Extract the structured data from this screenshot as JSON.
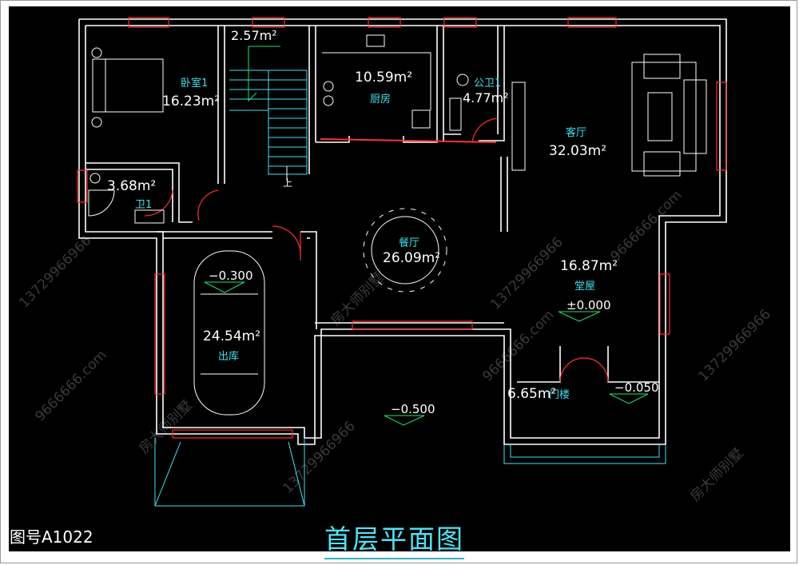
{
  "drawing": {
    "title": "首层平面图",
    "number": "图号A1022"
  },
  "rooms": {
    "bedroom1": {
      "name": "卧室1",
      "area": "16.23m²"
    },
    "bath1": {
      "name": "卫1",
      "area": "3.68m²"
    },
    "stair": {
      "area": "2.57m²",
      "mark": "上"
    },
    "kitchen": {
      "name": "厨房",
      "area": "10.59m²"
    },
    "public_bath": {
      "name": "公卫1",
      "area": "4.77m²"
    },
    "living": {
      "name": "客厅",
      "area": "32.03m²"
    },
    "dining": {
      "name": "餐厅",
      "area": "26.09m²"
    },
    "hall": {
      "name": "堂屋",
      "area": "16.87m²"
    },
    "garage": {
      "name": "出库",
      "area": "24.54m²"
    },
    "porch": {
      "name": "门楼",
      "area": "6.65m²"
    }
  },
  "levels": {
    "garage": "−0.300",
    "hall": "±0.000",
    "yard": "−0.500",
    "porch": "−0.050"
  },
  "watermark": {
    "phone": "13729966966",
    "brand": "房大师别墅",
    "site": "9666666.com"
  },
  "colors": {
    "background": "#000000",
    "wall": "#ffffff",
    "window": "#ff3030",
    "text": "#ffffff",
    "level_text": "#ffffff",
    "level_line": "#20e070",
    "stair": "#40e0f0",
    "title": "#4fe3f5",
    "fixture": "#40e0f0"
  }
}
